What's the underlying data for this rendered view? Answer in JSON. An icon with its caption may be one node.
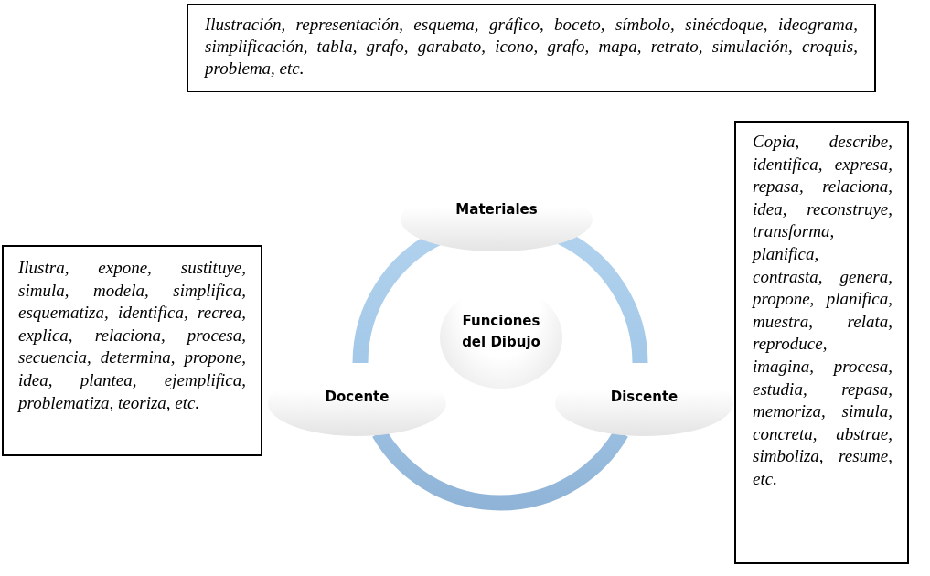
{
  "diagram": {
    "nodes": [
      {
        "text": [
          "Ilustración, representación, esquema, gráfico, boceto, símbolo, sinécdoque, ideograma, simplificación, tabla, grafo, garabato, icono, grafo, mapa, retrato, simulación, croquis, problema, etc."
        ]
      },
      {
        "text": [
          "Ilustra, expone, sustituye, simula, modela, simplifica, esquematiza, identifica, recrea, explica, relaciona, procesa, secuencia, determina, propone, idea, plantea, ejemplifica, problematiza, teoriza, etc."
        ]
      },
      {
        "text": [
          "Copia, describe, identifica, expresa, repasa, relaciona, idea, reconstruye, transforma, planifica, contrasta, genera, propone, planifica, muestra, relata, reproduce, imagina, procesa, estudia, repasa, memoriza, simula, concreta, abstrae, simboliza, resume, etc."
        ]
      },
      {
        "text": [
          "Materiales"
        ]
      },
      {
        "text": [
          "Funciones del Dibujo"
        ]
      },
      {
        "text": [
          "Docente"
        ]
      },
      {
        "text": [
          "Discente"
        ]
      }
    ],
    "edges": [
      {
        "from": 5,
        "to": 3,
        "arrow": "none"
      },
      {
        "from": 3,
        "to": 6,
        "arrow": "none"
      },
      {
        "from": 5,
        "to": 6,
        "arrow": "none"
      }
    ]
  }
}
